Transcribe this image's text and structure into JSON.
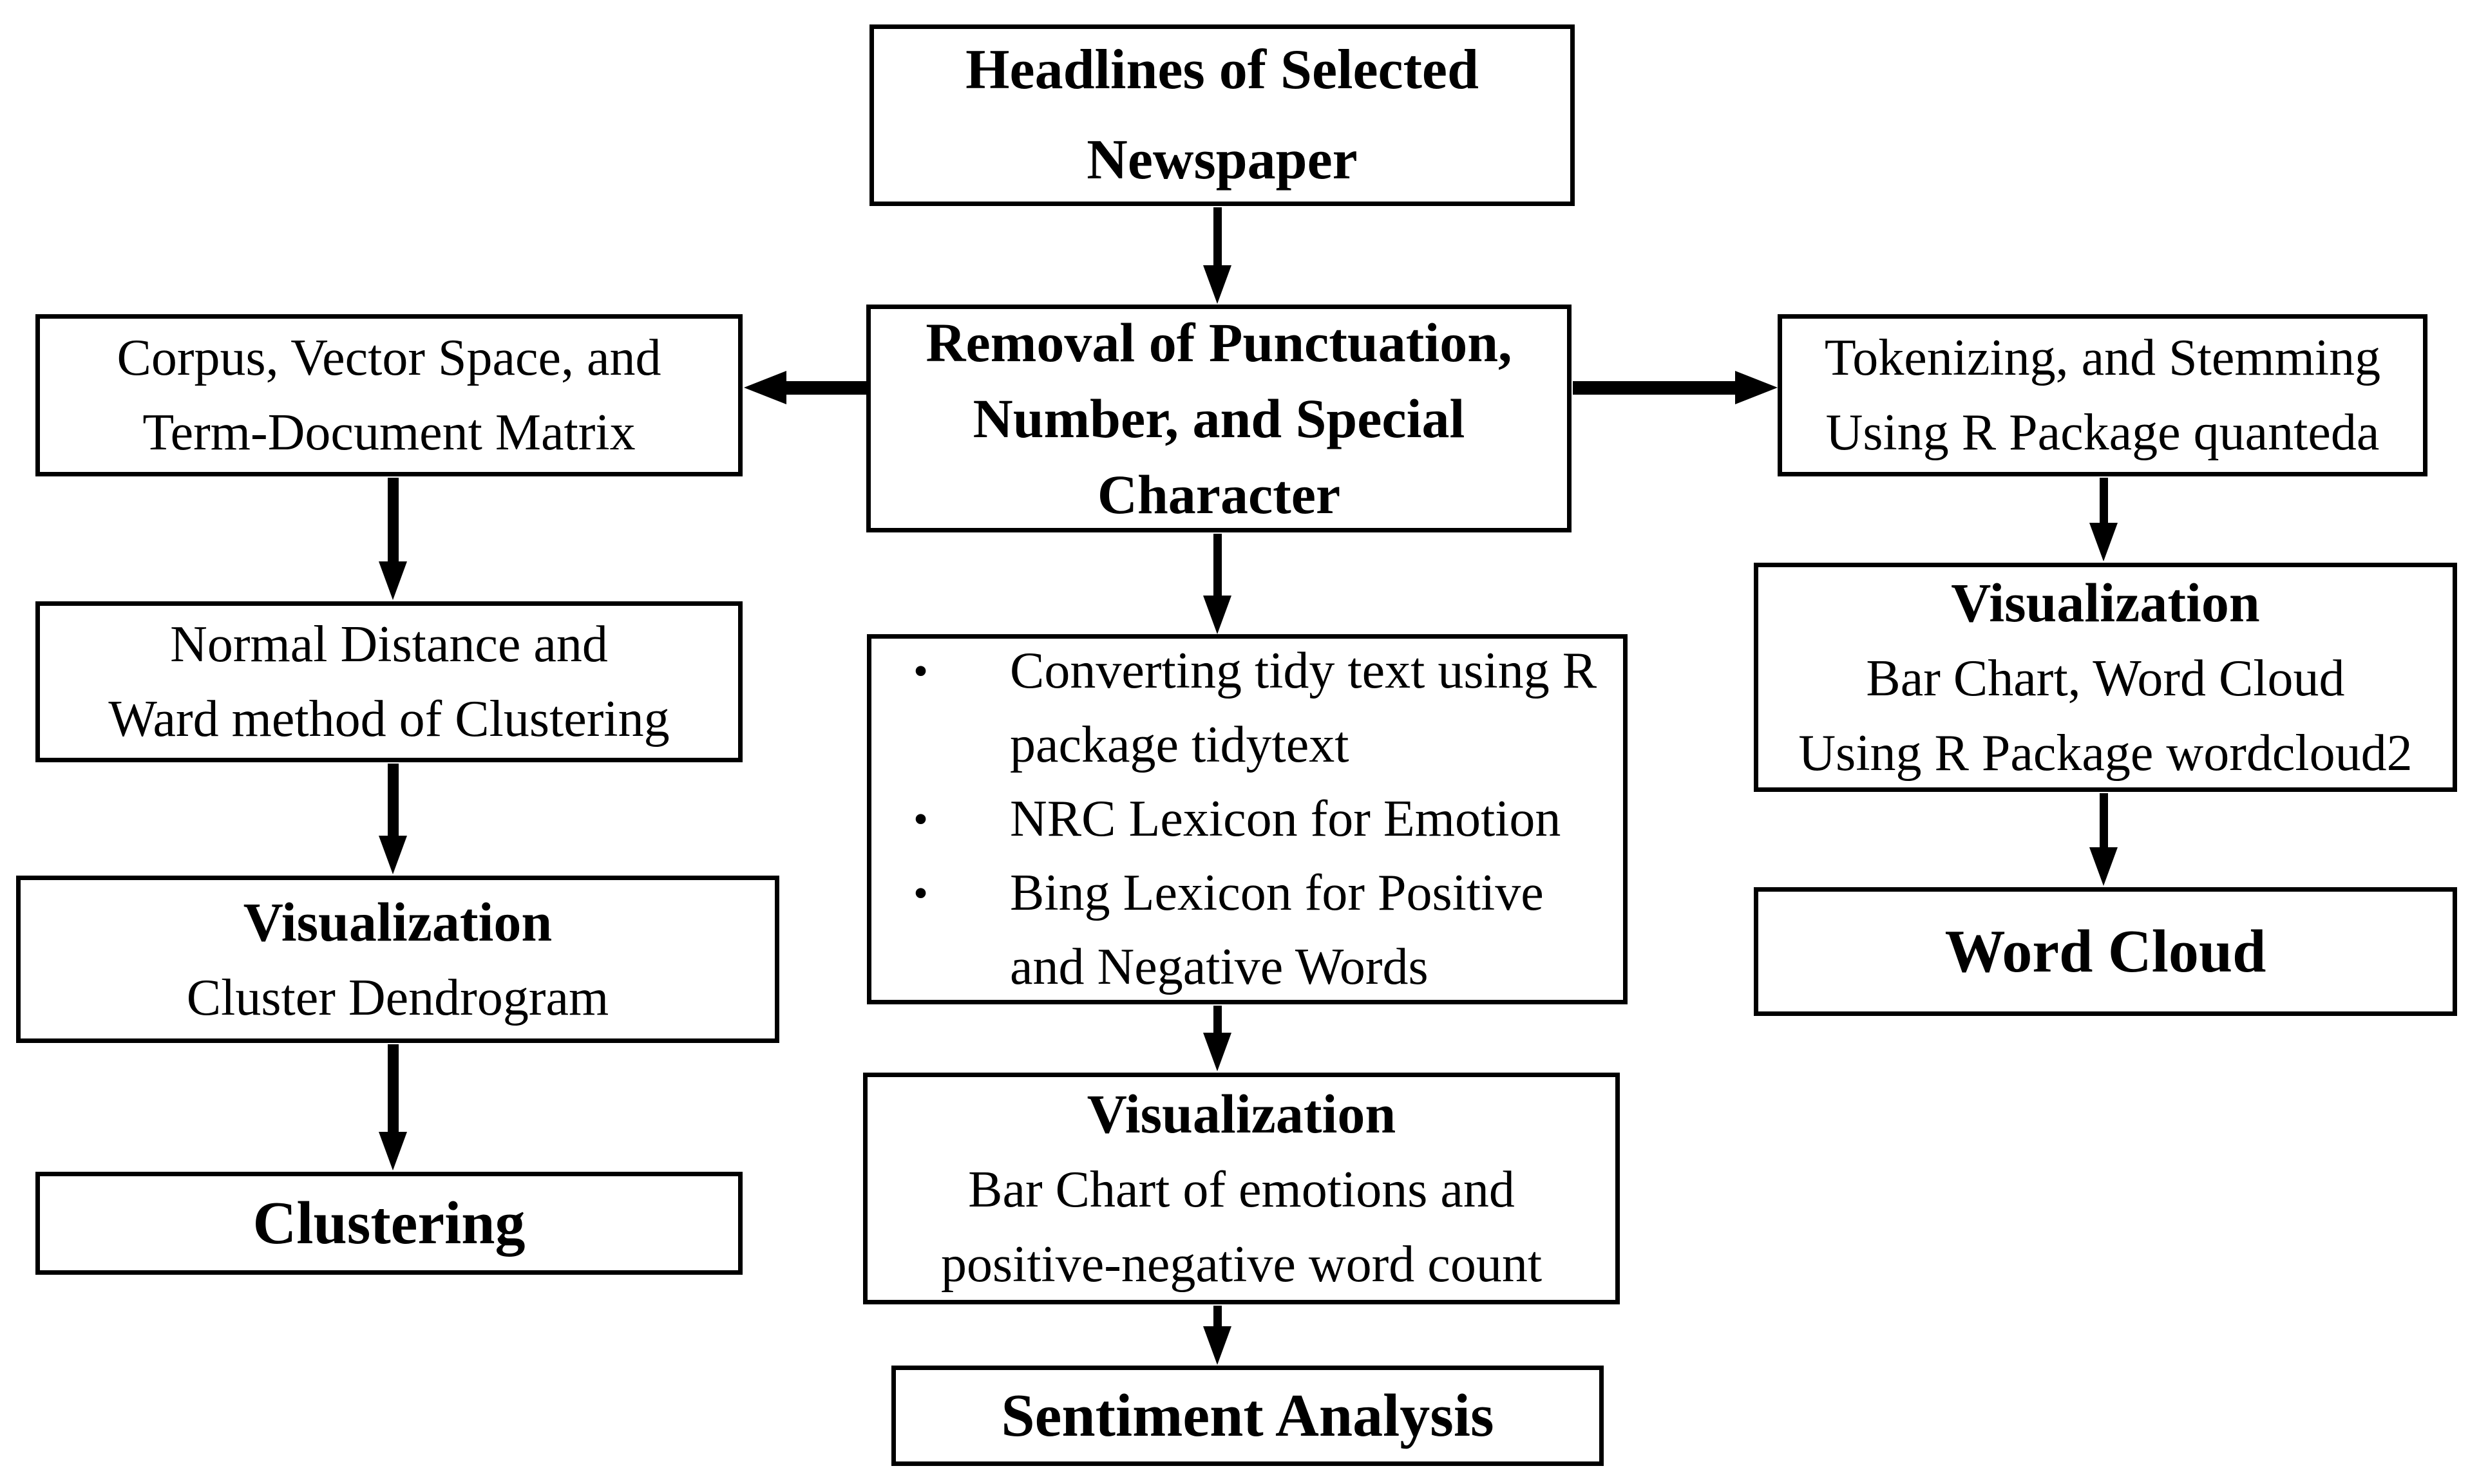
{
  "diagram": {
    "colors": {
      "ink": "#000000",
      "background": "#ffffff",
      "box_border": "#000000"
    },
    "boxes": {
      "headlines": {
        "text": "Headlines of Selected\nNewspaper"
      },
      "removal": {
        "text": "Removal of Punctuation,\nNumber, and Special\nCharacter"
      },
      "corpus": {
        "text": "Corpus, Vector Space, and\nTerm-Document Matrix"
      },
      "tokenizing": {
        "text": "Tokenizing, and Stemming\nUsing R Package quanteda"
      },
      "normal_distance": {
        "text": "Normal Distance and\nWard method of Clustering"
      },
      "visualization_cluster": {
        "title": "Visualization",
        "subtitle": "Cluster Dendrogram"
      },
      "clustering": {
        "text": "Clustering"
      },
      "steps": {
        "bullet_glyph": "•",
        "items": [
          "Converting tidy text using R\npackage tidytext",
          "NRC Lexicon for Emotion",
          "Bing Lexicon for Positive\nand Negative Words"
        ]
      },
      "visualization_sentiment": {
        "title": "Visualization",
        "subtitle": "Bar Chart of emotions and\npositive-negative word count"
      },
      "sentiment": {
        "text": "Sentiment Analysis"
      },
      "visualization_wordcloud": {
        "title": "Visualization",
        "subtitle": "Bar Chart, Word Cloud\nUsing R Package wordcloud2"
      },
      "word_cloud": {
        "text": "Word Cloud"
      }
    }
  }
}
